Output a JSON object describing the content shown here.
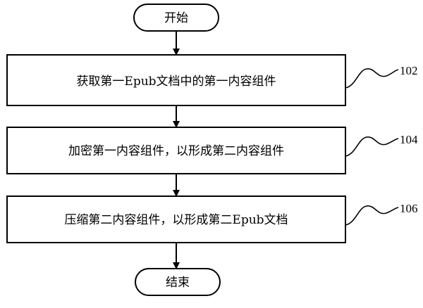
{
  "start": {
    "label": "开始"
  },
  "end": {
    "label": "结束"
  },
  "steps": [
    {
      "id": "102",
      "label": "获取第一Epub文档中的第一内容组件"
    },
    {
      "id": "104",
      "label": "加密第一内容组件，以形成第二内容组件"
    },
    {
      "id": "106",
      "label": "压缩第二内容组件，以形成第二Epub文档"
    }
  ]
}
